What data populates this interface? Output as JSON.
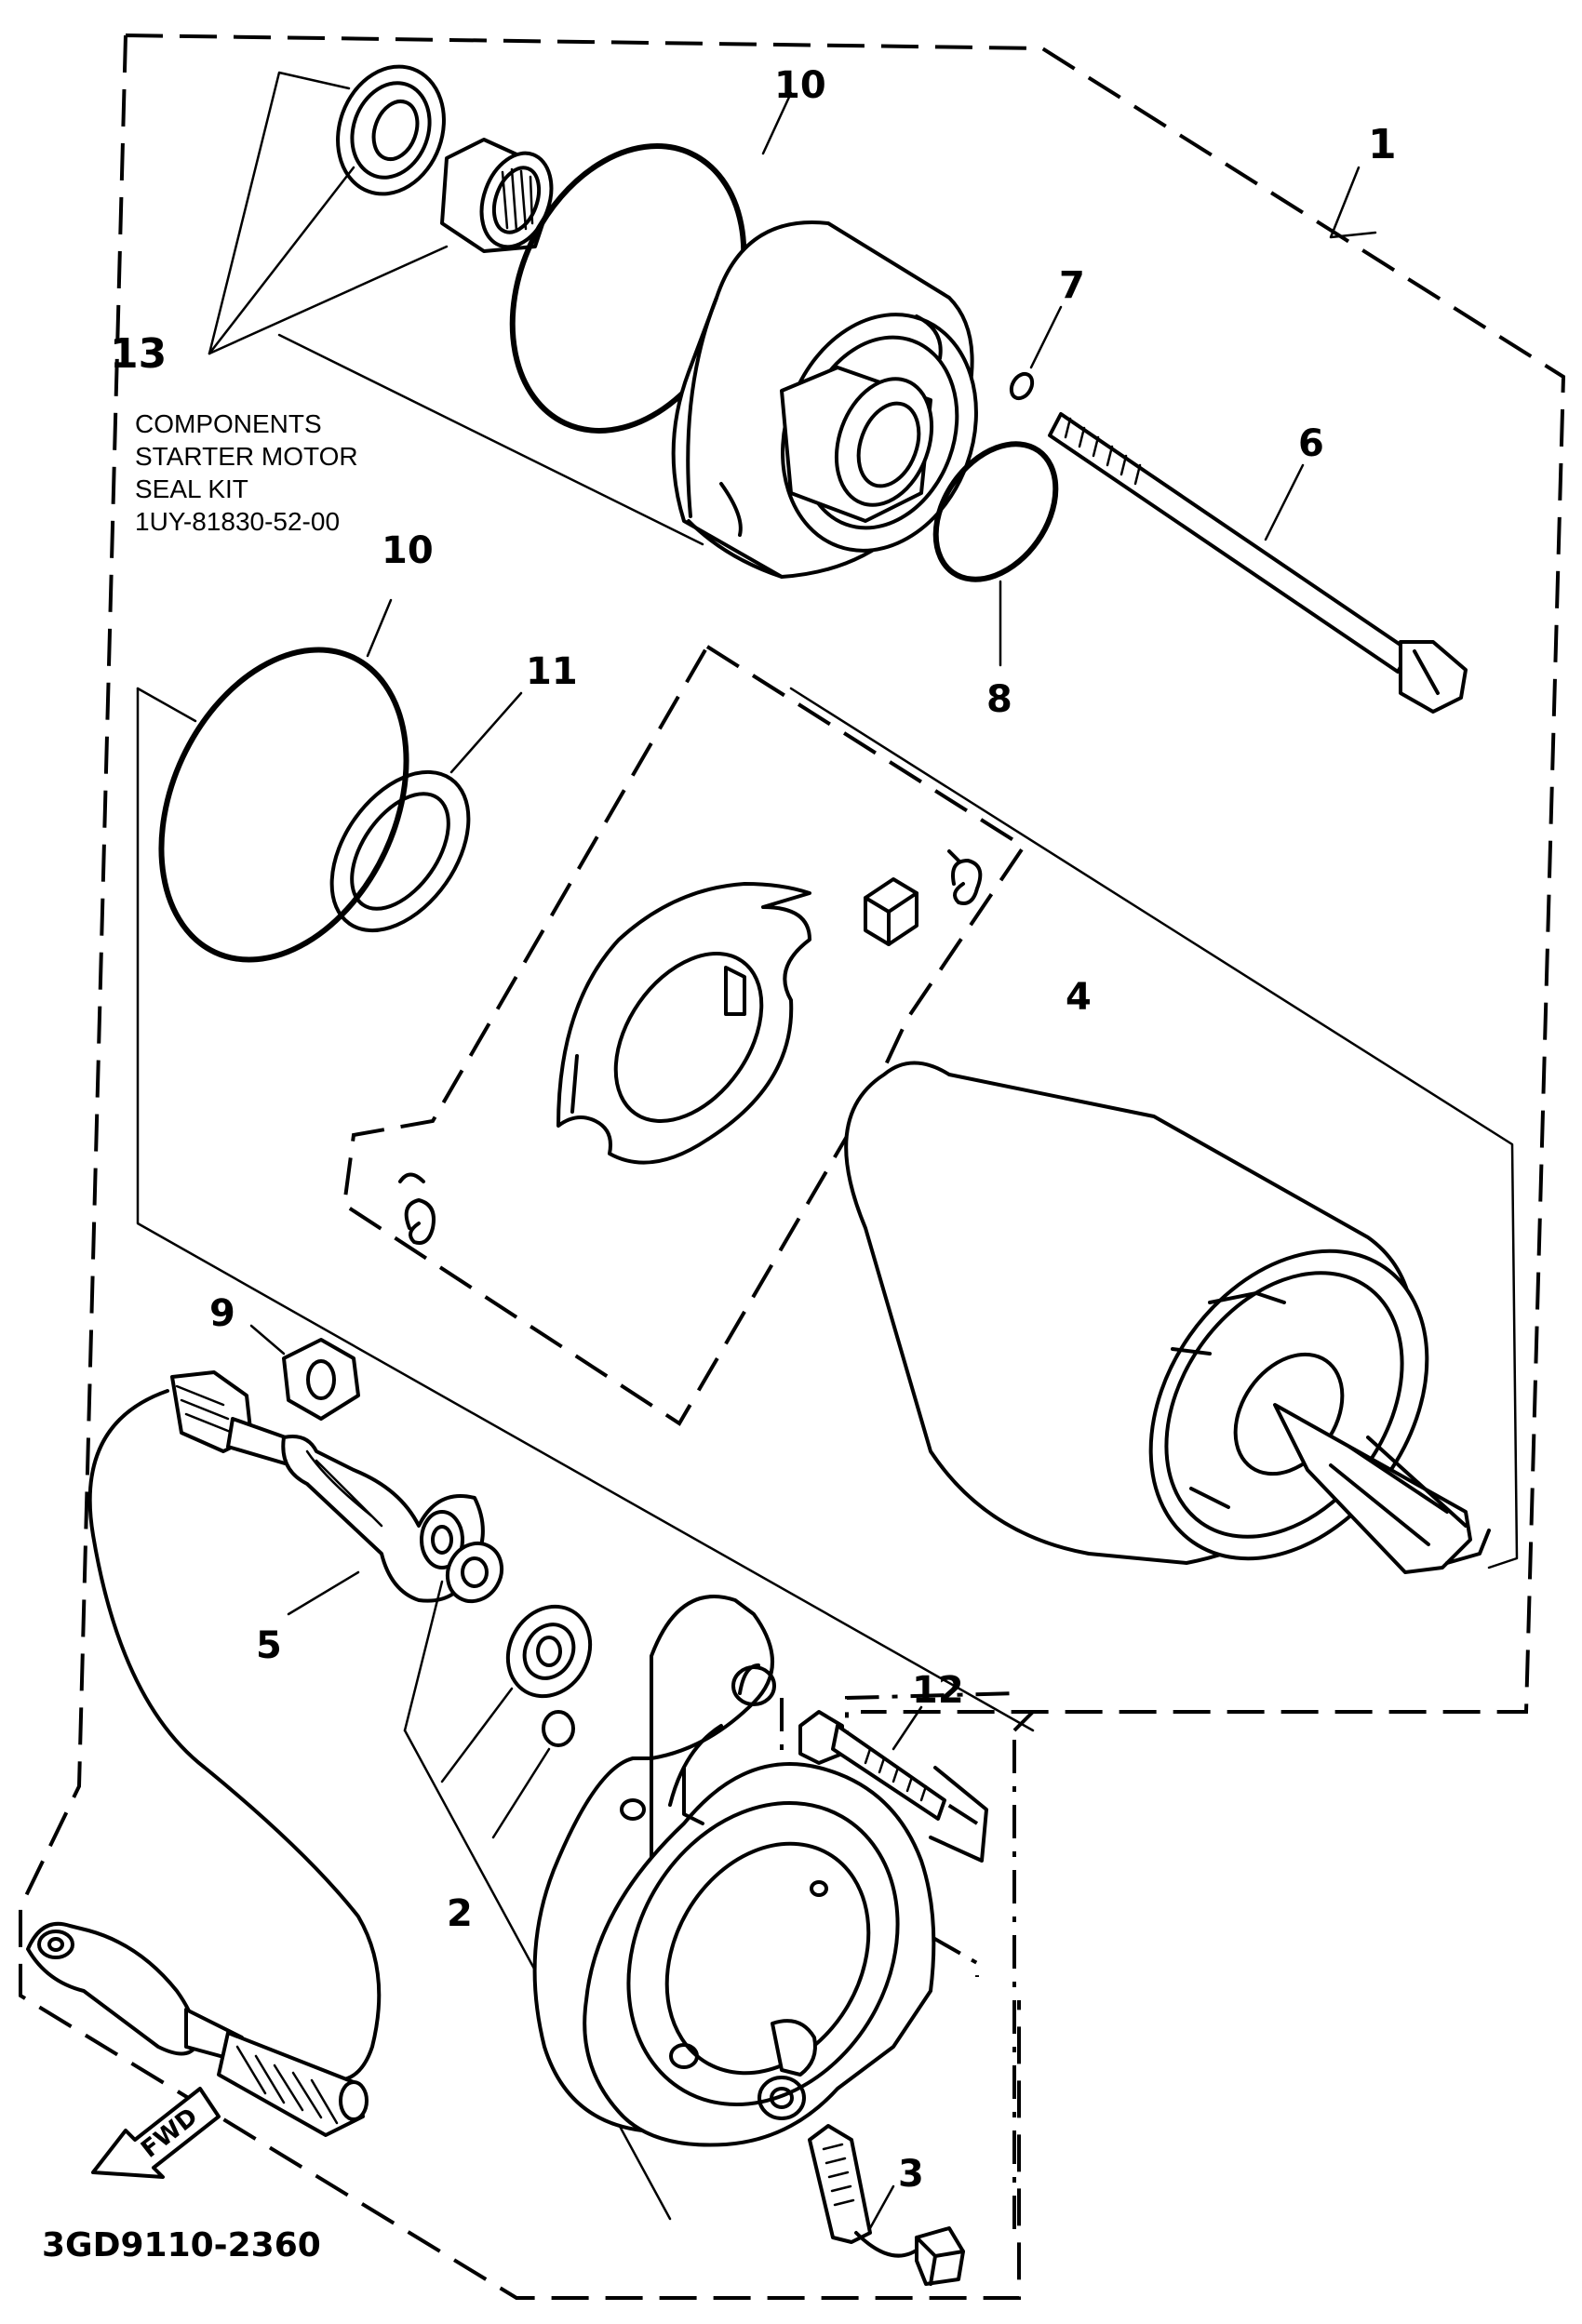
{
  "diagram": {
    "callouts": {
      "c1": "1",
      "c2": "2",
      "c3": "3",
      "c4": "4",
      "c5": "5",
      "c6": "6",
      "c7": "7",
      "c8": "8",
      "c9": "9",
      "c10a": "10",
      "c10b": "10",
      "c11": "11",
      "c12": "12",
      "c13": "13"
    },
    "kit_note": {
      "line1": "COMPONENTS",
      "line2": "STARTER MOTOR",
      "line3": "SEAL KIT",
      "line4": "1UY-81830-52-00"
    },
    "fwd_label": "FWD",
    "drawing_number": "3GD9110-2360"
  }
}
